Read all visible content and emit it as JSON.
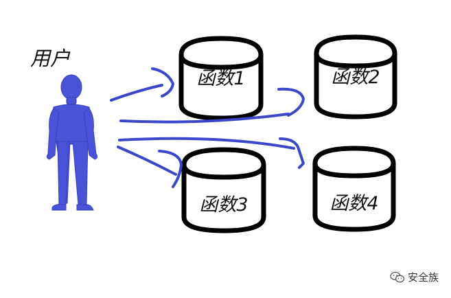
{
  "diagram": {
    "user_label": "用户",
    "functions": [
      "函数1",
      "函数2",
      "函数3",
      "函数4"
    ],
    "arrow_color": "#3b47c8",
    "figure_color": "#4a52d8",
    "cylinder_stroke": "#000000"
  },
  "watermark": {
    "text": "安全族",
    "icon": "wechat-icon"
  }
}
